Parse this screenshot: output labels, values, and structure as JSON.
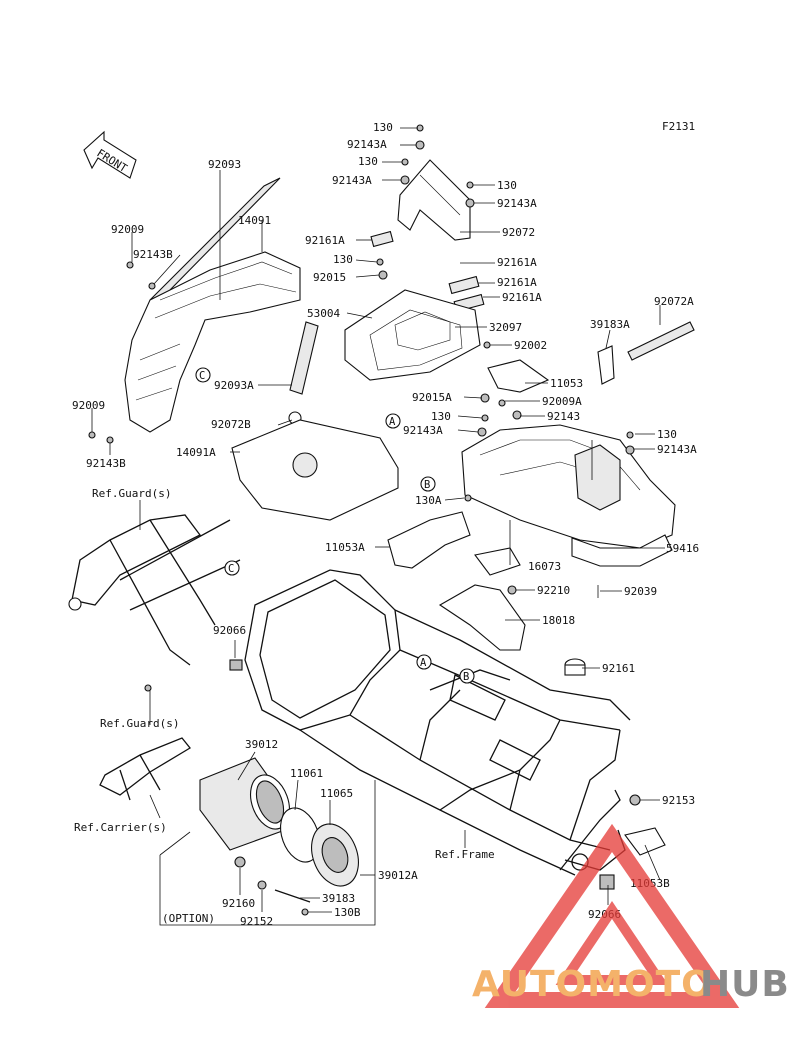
{
  "figure_code": "F2131",
  "front_arrow_label": "FRONT",
  "watermark": {
    "part1": "AUTOMOTO",
    "part2": "HUB",
    "color1": "#f4b26a",
    "color2": "#8a8a8a",
    "triangle_color": "#e53935"
  },
  "refs": {
    "guard_upper": "Ref.Guard(s)",
    "guard_lower": "Ref.Guard(s)",
    "carrier": "Ref.Carrier(s)",
    "frame": "Ref.Frame",
    "option": "(OPTION)"
  },
  "markers": {
    "c1": "C",
    "c2": "C",
    "a1": "A",
    "a2": "A",
    "b1": "B",
    "b2": "B"
  },
  "parts": {
    "p130_1": "130",
    "p92143a_1": "92143A",
    "p130_2": "130",
    "p92143a_2": "92143A",
    "p130_3": "130",
    "p92143a_3": "92143A",
    "p92072": "92072",
    "p92161a_1": "92161A",
    "p130_4": "130",
    "p92015": "92015",
    "p92161a_2": "92161A",
    "p92161a_3": "92161A",
    "p92161a_4": "92161A",
    "p53004": "53004",
    "p32097": "32097",
    "p92002": "92002",
    "p92093": "92093",
    "p14091": "14091",
    "p92009_1": "92009",
    "p92143b_1": "92143B",
    "p92093a": "92093A",
    "p92009_2": "92009",
    "p92143b_2": "92143B",
    "p92072b": "92072B",
    "p14091a": "14091A",
    "p92072a": "92072A",
    "p39183a": "39183A",
    "p11053": "11053",
    "p92015a": "92015A",
    "p92009a": "92009A",
    "p130_5": "130",
    "p92143a_4": "92143A",
    "p92143": "92143",
    "p130_6": "130",
    "p92143a_5": "92143A",
    "p130a": "130A",
    "p11053a": "11053A",
    "p16073": "16073",
    "p59416": "59416",
    "p92210": "92210",
    "p92039": "92039",
    "p18018": "18018",
    "p92066_1": "92066",
    "p92161": "92161",
    "p39012": "39012",
    "p11061": "11061",
    "p11065": "11065",
    "p92153": "92153",
    "p11053b": "11053B",
    "p92066_2": "92066",
    "p39012a": "39012A",
    "p92160": "92160",
    "p39183": "39183",
    "p130b": "130B",
    "p92152": "92152"
  }
}
